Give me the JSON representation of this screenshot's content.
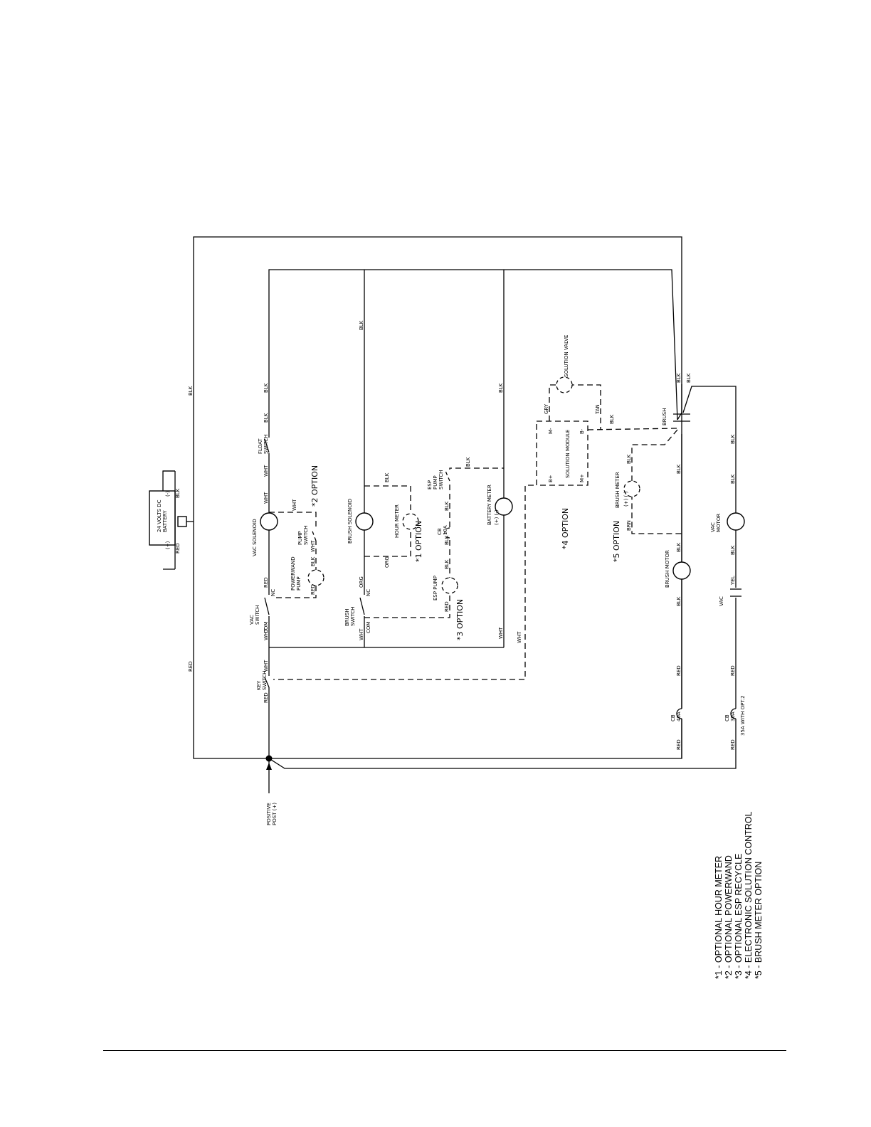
{
  "labels": {
    "battery": "24 VOLTS DC\nBATTERY",
    "battery_neg": "(-)",
    "battery_pos": "(+)",
    "positive_post": "POSITIVE\nPOST (+)",
    "key_switch": "KEY\nSWITCH",
    "vac_switch": "VAC\nSWITCH",
    "float_switch": "FLOAT\nSWITCH",
    "vac_solenoid": "VAC SOLENOID",
    "pump_switch": "PUMP\nSWITCH",
    "powerwand_pump": "POWERWAND\nPUMP",
    "brush_switch": "BRUSH\nSWITCH",
    "brush_solenoid": "BRUSH SOLENOID",
    "hour_meter": "HOUR METER",
    "esp_pump": "ESP PUMP",
    "esp_pump_switch": "ESP\nPUMP\nSWITCH",
    "cb_10a": "CB\n10A",
    "battery_meter": "BATTERY METER",
    "battery_meter_polarity": "(+)        (-)",
    "solution_module": "SOLUTION MODULE",
    "solution_valve": "SOLUTION VALVE",
    "brush_meter": "BRUSH METER",
    "brush_meter_polarity": "(+)        (-)",
    "brush_motor": "BRUSH MOTOR",
    "vac_motor": "VAC\nMOTOR",
    "vac": "VAC",
    "brush": "BRUSH",
    "cb_40a": "CB\n40A",
    "cb_30a": "CB\n30A",
    "opt2_note": "35A WITH OPT.2",
    "nc": "NC",
    "com": "COM",
    "b_plus": "B+",
    "b_minus": "B-",
    "m_plus": "M+",
    "m_minus": "M-"
  },
  "wires": {
    "red": "RED",
    "blk": "BLK",
    "wht": "WHT",
    "org": "ORG",
    "gry": "GRY",
    "tan": "TAN",
    "brn": "BRN",
    "yel": "YEL"
  },
  "options": {
    "opt1": "*1  OPTION",
    "opt2": "*2  OPTION",
    "opt3": "*3  OPTION",
    "opt4": "*4  OPTION",
    "opt5": "*5  OPTION"
  },
  "legend": [
    "*1  -  OPTIONAL  HOUR  METER",
    "*2  -  OPTIONAL  POWERWAND",
    "*3  -  OPTIONAL  ESP RECYCLE",
    "*4  -  ELECTRONIC SOLUTION CONTROL",
    "*5  -  BRUSH METER OPTION"
  ],
  "colors": {
    "ink": "#000000",
    "paper": "#ffffff"
  }
}
